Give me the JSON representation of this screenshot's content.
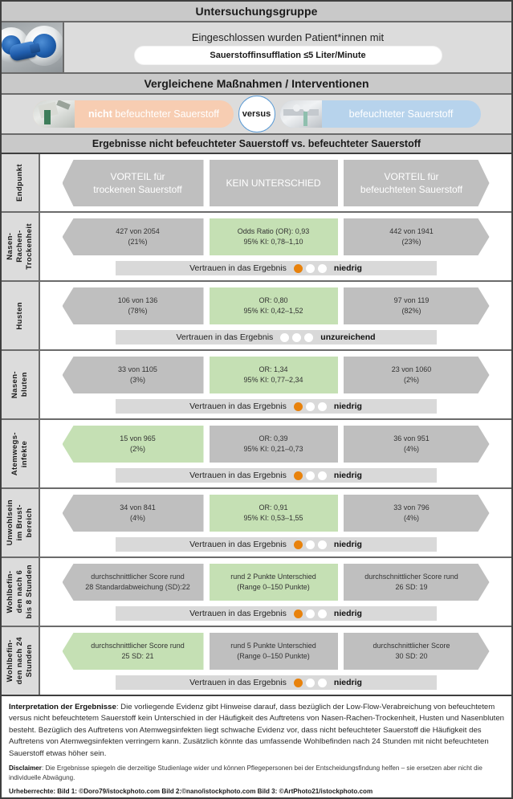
{
  "header": {
    "population_title": "Untersuchungsgruppe",
    "population_line": "Eingeschlossen wurden Patient*innen mit",
    "population_pill": "Sauerstoffinsufflation ≤5 Liter/Minute",
    "interventions_title": "Vergleichene Maßnahmen / Interventionen",
    "intervention_left_strong": "nicht",
    "intervention_left_rest": " befeuchteter Sauerstoff",
    "versus": "versus",
    "intervention_right": "befeuchteter Sauerstoff",
    "results_title": "Ergebnisse nicht befeuchteter Sauerstoff vs. befeuchteter Sauerstoff"
  },
  "columns": {
    "row_label": "Endpunkt",
    "left": "VORTEIL für\ntrockenen Sauerstoff",
    "mid": "KEIN UNTERSCHIED",
    "right": "VORTEIL  für\nbefeuchteten Sauerstoff"
  },
  "confidence_label": "Vertrauen in das Ergebnis",
  "colors": {
    "green": "#c5e0b4",
    "grey": "#bfbfbf",
    "orange_dot": "#e8820c",
    "band": "#c9c9c9",
    "left_pill": "#f7cdb2",
    "right_pill": "#b7d3ec"
  },
  "rows": [
    {
      "label": "Nasen-\nRachen-\nTrockenheit",
      "left": {
        "l1": "427 von 2054",
        "l2": "(21%)",
        "green": false
      },
      "mid": {
        "l1": "Odds Ratio (OR): 0,93",
        "l2": "95% KI: 0,78–1,10",
        "green": true
      },
      "right": {
        "l1": "442 von 1941",
        "l2": "(23%)",
        "green": false
      },
      "confidence": {
        "filled": 1,
        "total": 3,
        "grade": "niedrig"
      }
    },
    {
      "label": "Husten",
      "left": {
        "l1": "106 von 136",
        "l2": "(78%)",
        "green": false
      },
      "mid": {
        "l1": "OR: 0,80",
        "l2": "95% KI: 0,42–1,52",
        "green": true
      },
      "right": {
        "l1": "97 von 119",
        "l2": "(82%)",
        "green": false
      },
      "confidence": {
        "filled": 0,
        "total": 3,
        "grade": "unzureichend"
      }
    },
    {
      "label": "Nasen-\nbluten",
      "left": {
        "l1": "33 von 1105",
        "l2": "(3%)",
        "green": false
      },
      "mid": {
        "l1": "OR: 1,34",
        "l2": "95% KI: 0,77–2,34",
        "green": true
      },
      "right": {
        "l1": "23 von 1060",
        "l2": "(2%)",
        "green": false
      },
      "confidence": {
        "filled": 1,
        "total": 3,
        "grade": "niedrig"
      }
    },
    {
      "label": "Atemwegs-\ninfekte",
      "left": {
        "l1": "15 von 965",
        "l2": "(2%)",
        "green": true
      },
      "mid": {
        "l1": "OR: 0,39",
        "l2": "95% KI: 0,21–0,73",
        "green": false
      },
      "right": {
        "l1": "36 von 951",
        "l2": "(4%)",
        "green": false
      },
      "confidence": {
        "filled": 1,
        "total": 3,
        "grade": "niedrig"
      }
    },
    {
      "label": "Unwohlsein\nim Brust-\nbereich",
      "left": {
        "l1": "34 von 841",
        "l2": "(4%)",
        "green": false
      },
      "mid": {
        "l1": "OR: 0,91",
        "l2": "95% KI: 0,53–1,55",
        "green": true
      },
      "right": {
        "l1": "33 von 796",
        "l2": "(4%)",
        "green": false
      },
      "confidence": {
        "filled": 1,
        "total": 3,
        "grade": "niedrig"
      }
    },
    {
      "label": "Wohlbefin-\nden nach 6\nbis 8 Stunden",
      "left": {
        "l1": "durchschnittlicher Score rund",
        "l2": "28 Standardabweichung (SD):22",
        "green": false
      },
      "mid": {
        "l1": "rund 2 Punkte Unterschied",
        "l2": "(Range 0–150 Punkte)",
        "green": true
      },
      "right": {
        "l1": "durchschnittlicher Score rund",
        "l2": "26 SD: 19",
        "green": false
      },
      "confidence": {
        "filled": 1,
        "total": 3,
        "grade": "niedrig"
      }
    },
    {
      "label": "Wohlbefin-\nden nach 24\nStunden",
      "left": {
        "l1": "durchschnittlicher Score rund",
        "l2": "25 SD: 21",
        "green": true
      },
      "mid": {
        "l1": "rund 5 Punkte Unterschied",
        "l2": "(Range 0–150 Punkte)",
        "green": false
      },
      "right": {
        "l1": "durchschnittlicher Score",
        "l2": "30 SD: 20",
        "green": false
      },
      "confidence": {
        "filled": 1,
        "total": 3,
        "grade": "niedrig"
      }
    }
  ],
  "footer": {
    "interpretation_label": "Interpretation der Ergebnisse",
    "interpretation_text": ": Die vorliegende Evidenz gibt Hinweise darauf, dass bezüglich der Low-Flow-Verabreichung von befeuchtetem versus nicht befeuchtetem Sauerstoff kein Unterschied in der Häufigkeit des Auftretens von Nasen-Rachen-Trockenheit, Husten und Nasenbluten besteht. Bezüglich des Auftretens von Atemwegsinfekten liegt schwache Evidenz vor, dass nicht befeuchteter Sauerstoff die Häufigkeit des Auftretens von Atemwegsinfekten verringern kann. Zusätzlich könnte das umfassende Wohlbefinden nach 24 Stunden mit nicht befeuchteten Sauerstoff etwas höher sein.",
    "disclaimer_label": "Disclaimer",
    "disclaimer_text": ": Die Ergebnisse spiegeln die derzeitige Studienlage wider und können Pflegepersonen bei der Entscheidungsfindung helfen – sie ersetzen aber nicht die individuelle Abwägung.",
    "copyright": "Urheberrechte: Bild 1: ©Doro79/istockphoto.com Bild 2:©nano/istockphoto.com Bild 3: ©ArtPhoto21/istockphoto.com"
  }
}
